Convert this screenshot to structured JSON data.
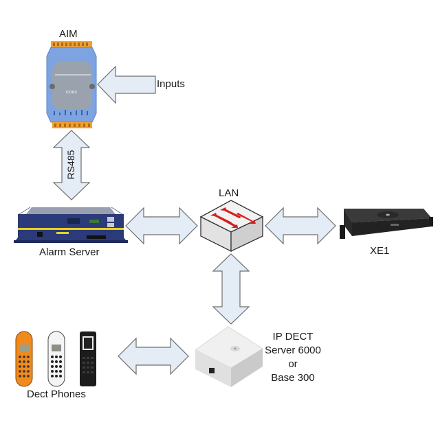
{
  "diagram": {
    "nodes": {
      "aim": {
        "label": "AIM",
        "icon": "io-module-icon"
      },
      "inputs": {
        "label": "Inputs"
      },
      "alarm_server": {
        "label": "Alarm Server",
        "icon": "server-box-icon"
      },
      "lan": {
        "label": "LAN",
        "icon": "network-switch-icon"
      },
      "xe1": {
        "label": "XE1",
        "icon": "rack-appliance-icon"
      },
      "ip_dect": {
        "label_lines": [
          "IP DECT",
          "Server 6000",
          "or",
          "Base 300"
        ],
        "icon": "dect-base-station-icon"
      },
      "dect_phones": {
        "label": "Dect Phones",
        "icon": "handset-icon"
      }
    },
    "connections": [
      {
        "from": "inputs",
        "to": "aim",
        "direction": "one-way",
        "label": ""
      },
      {
        "from": "aim",
        "to": "alarm_server",
        "direction": "two-way",
        "label": "RS485"
      },
      {
        "from": "alarm_server",
        "to": "lan",
        "direction": "two-way",
        "label": ""
      },
      {
        "from": "lan",
        "to": "xe1",
        "direction": "two-way",
        "label": ""
      },
      {
        "from": "lan",
        "to": "ip_dect",
        "direction": "two-way",
        "label": ""
      },
      {
        "from": "dect_phones",
        "to": "ip_dect",
        "direction": "two-way",
        "label": ""
      }
    ],
    "colors": {
      "arrow_fill": "#e4ecf6",
      "arrow_stroke": "#6e6e6e",
      "switch_arrow": "#d42020",
      "aim_body": "#7da4e0",
      "server_body": "#2b3a78",
      "server_stripe": "#e8d020"
    }
  }
}
